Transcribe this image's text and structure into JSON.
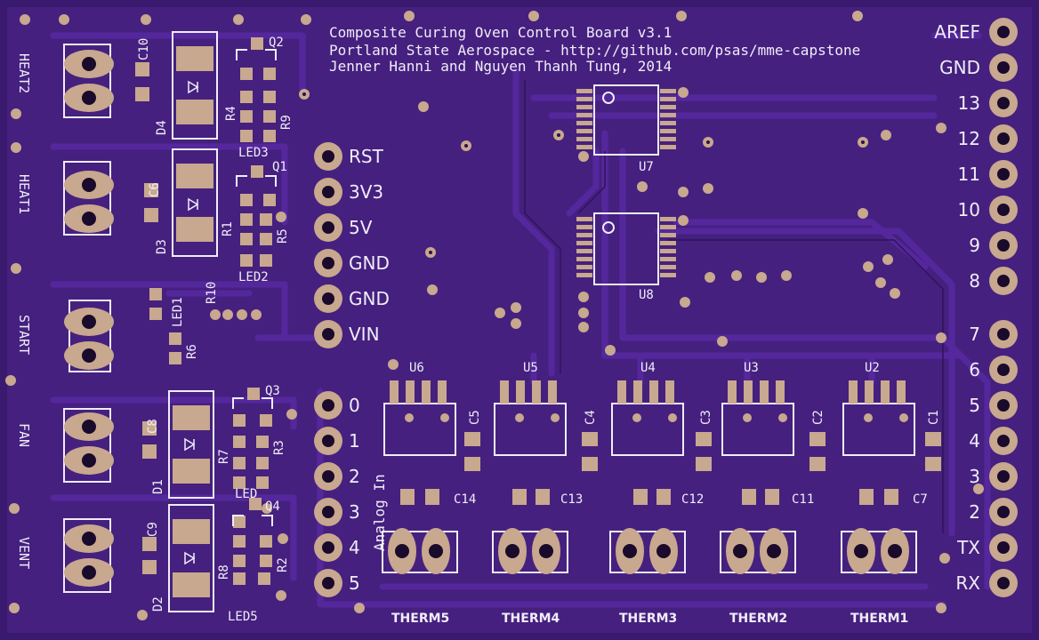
{
  "board": {
    "title_line1": "Composite Curing Oven Control Board v3.1",
    "title_line2": "Portland State Aerospace - http://github.com/psas/mme-capstone",
    "title_line3": "Jenner Hanni and Nguyen Thanh Tung, 2014",
    "colors": {
      "board": "#3a1a6e",
      "copper": "#4f2393",
      "trace": "#5a2ba2",
      "pad": "#c8a88e",
      "silk": "#f0ecf7",
      "hole": "#1a0a2c"
    }
  },
  "connectors": {
    "heat2": "HEAT2",
    "heat1": "HEAT1",
    "start": "START",
    "fan": "FAN",
    "vent": "VENT"
  },
  "power_header": [
    "RST",
    "3V3",
    "5V",
    "GND",
    "GND",
    "VIN"
  ],
  "analog_header": {
    "label": "Analog In",
    "pins": [
      "0",
      "1",
      "2",
      "3",
      "4",
      "5"
    ]
  },
  "digital_header": [
    "AREF",
    "GND",
    "13",
    "12",
    "11",
    "10",
    "9",
    "8"
  ],
  "digital_header_low": [
    "7",
    "6",
    "5",
    "4",
    "3",
    "2",
    "TX",
    "RX"
  ],
  "thermocouples": [
    "THERM5",
    "THERM4",
    "THERM3",
    "THERM2",
    "THERM1"
  ],
  "chips": {
    "u2": "U2",
    "u3": "U3",
    "u4": "U4",
    "u5": "U5",
    "u6": "U6",
    "u7": "U7",
    "u8": "U8"
  },
  "components": {
    "c1": "C1",
    "c2": "C2",
    "c3": "C3",
    "c4": "C4",
    "c5": "C5",
    "c6": "C6",
    "c7": "C7",
    "c8": "C8",
    "c9": "C9",
    "c10": "C10",
    "c11": "C11",
    "c12": "C12",
    "c13": "C13",
    "c14": "C14",
    "d1": "D1",
    "d2": "D2",
    "d3": "D3",
    "d4": "D4",
    "q1": "Q1",
    "q2": "Q2",
    "q3": "Q3",
    "q4": "Q4",
    "r1": "R1",
    "r2": "R2",
    "r3": "R3",
    "r4": "R4",
    "r5": "R5",
    "r6": "R6",
    "r7": "R7",
    "r8": "R8",
    "r9": "R9",
    "r10": "R10",
    "led1": "LED1",
    "led2": "LED2",
    "led3": "LED3",
    "led4": "LED",
    "led5": "LED5"
  }
}
